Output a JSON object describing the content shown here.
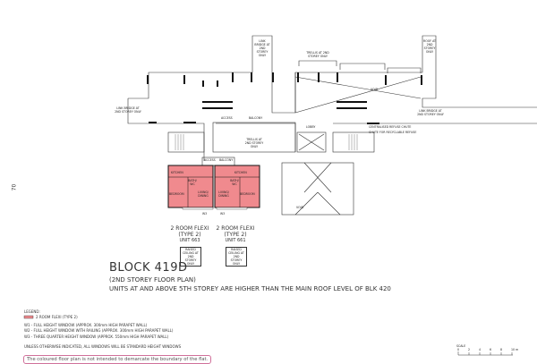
{
  "page_number": "70",
  "colors": {
    "unit_fill": "#f08a8e",
    "note_border": "#d0709a"
  },
  "labels": {
    "link_bridge_top": "LINK BRIDGE AT 2ND STOREY ONLY",
    "link_bridge_left": "LINK BRIDGE AT 2ND STOREY ONLY",
    "link_bridge_right": "LINK BRIDGE AT 2ND STOREY ONLY",
    "roof": "ROOF AT 2ND STOREY ONLY",
    "trellis_top": "TRELLIS AT 2ND STOREY ONLY",
    "trellis_center": "TRELLIS AT 2ND STOREY ONLY",
    "void_top": "VOID",
    "void_bottom": "VOID",
    "access_top": "ACCESS",
    "balcony_top": "BALCONY",
    "access_unit": "ACCESS",
    "balcony_unit": "BALCONY",
    "lobby": "LOBBY",
    "refuse_chute": "CENTRALISED REFUSE CHUTE",
    "recycle_chute": "CHUTE FOR RECYCLABLE REFUSE",
    "kitchen": "KITCHEN",
    "bedroom": "BEDROOM",
    "living": "LIVING/ DINING",
    "wc": "BATH/ WC",
    "w3": "W3"
  },
  "units": [
    {
      "type": "2 ROOM FLEXI",
      "subtype": "(TYPE 2)",
      "unit": "UNIT 663",
      "note": "RAISED CEILING AT 2ND STOREY ONLY"
    },
    {
      "type": "2 ROOM FLEXI",
      "subtype": "(TYPE 2)",
      "unit": "UNIT 661",
      "note": "RAISED CEILING AT 2ND STOREY ONLY"
    }
  ],
  "block": {
    "title": "BLOCK 419D",
    "subtitle": "(2ND STOREY FLOOR PLAN)",
    "remark": "UNITS AT AND ABOVE 5TH STOREY ARE HIGHER THAN THE MAIN ROOF LEVEL OF BLK 420"
  },
  "legend": {
    "heading": "LEGEND:",
    "swatch_label": "2 ROOM FLEXI (TYPE 2)",
    "items": [
      "W1 - FULL HEIGHT WINDOW (APPROX. 300mm HIGH PARAPET WALL)",
      "W2 - FULL HEIGHT WINDOW WITH RAILING (APPROX. 300mm HIGH PARAPET WALL)",
      "W3 - THREE QUARTER HEIGHT WINDOW (APPROX. 550mm HIGH PARAPET WALL)"
    ],
    "windows_note": "UNLESS OTHERWISE INDICATED, ALL WINDOWS WILL BE STANDARD HEIGHT WINDOWS",
    "disclaimer": "The coloured floor plan is not intended to demarcate the boundary of the flat."
  },
  "scale": {
    "label": "SCALE",
    "ticks": [
      "0",
      "2",
      "4",
      "6",
      "8",
      "10 m"
    ]
  }
}
